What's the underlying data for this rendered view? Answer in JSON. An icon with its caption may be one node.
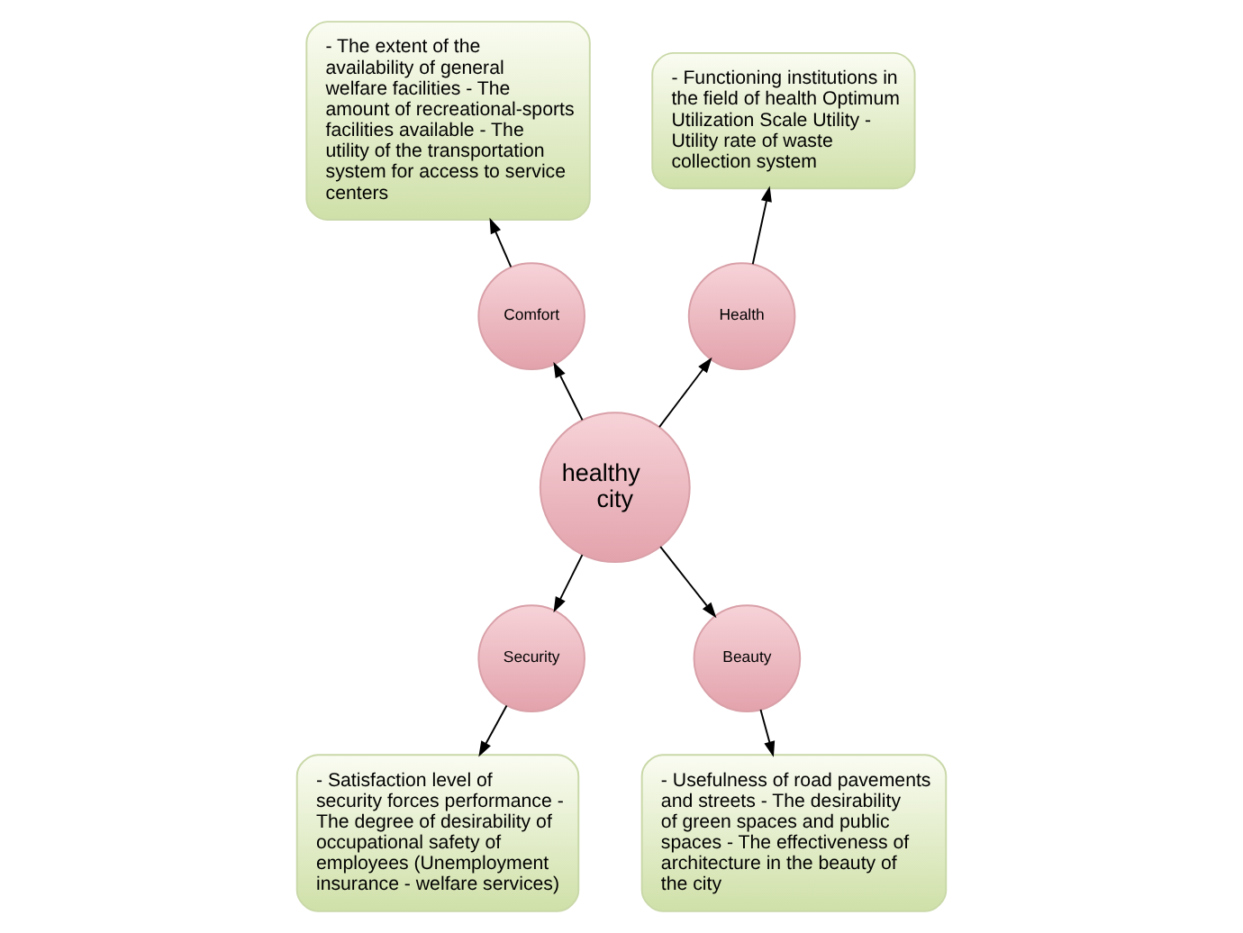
{
  "diagram": {
    "nodes": [
      {
        "text": [
          "healthy city"
        ]
      },
      {
        "text": [
          "Comfort"
        ]
      },
      {
        "text": [
          "Health"
        ]
      },
      {
        "text": [
          "Security"
        ]
      },
      {
        "text": [
          "Beauty"
        ]
      },
      {
        "text": [
          "- The extent of the availability of general welfare facilities - The amount of recreational-sports facilities available - The utility of the transportation system for access to service centers"
        ]
      },
      {
        "text": [
          "- Functioning institutions in the field of health Optimum Utilization Scale Utility - Utility rate of waste collection system"
        ]
      },
      {
        "text": [
          "- Satisfaction level of security forces performance - The degree of desirability of occupational safety of employees (Unemployment insurance - welfare services)"
        ]
      },
      {
        "text": [
          "- Usefulness of road pavements and streets - The desirability of green spaces and public spaces - The effectiveness of architecture in the beauty of the city"
        ]
      }
    ],
    "edges": [
      {
        "from": 0,
        "to": 1,
        "arrow": "to"
      },
      {
        "from": 0,
        "to": 2,
        "arrow": "to"
      },
      {
        "from": 0,
        "to": 3,
        "arrow": "to"
      },
      {
        "from": 0,
        "to": 4,
        "arrow": "to"
      },
      {
        "from": 1,
        "to": 5,
        "arrow": "to"
      },
      {
        "from": 2,
        "to": 6,
        "arrow": "to"
      },
      {
        "from": 3,
        "to": 7,
        "arrow": "to"
      },
      {
        "from": 4,
        "to": 8,
        "arrow": "to"
      }
    ]
  }
}
